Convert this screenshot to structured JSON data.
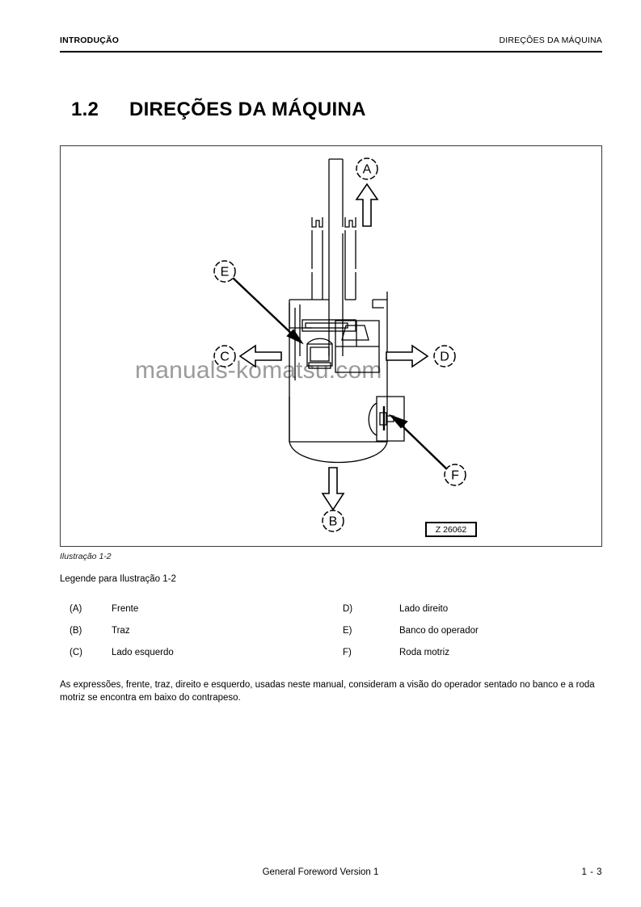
{
  "header": {
    "left": "INTRODUÇÃO",
    "right": "DIREÇÕES DA MÁQUINA"
  },
  "title": {
    "number": "1.2",
    "text": "DIREÇÕES DA MÁQUINA"
  },
  "figure": {
    "caption": "Ilustração 1-2",
    "drawing_number": "Z 26062",
    "watermark": "manuals-komatsu.com",
    "callouts": [
      {
        "id": "A",
        "label": "A",
        "direction": "up"
      },
      {
        "id": "B",
        "label": "B",
        "direction": "down"
      },
      {
        "id": "C",
        "label": "C",
        "direction": "left"
      },
      {
        "id": "D",
        "label": "D",
        "direction": "right"
      },
      {
        "id": "E",
        "label": "E",
        "direction": "pointer"
      },
      {
        "id": "F",
        "label": "F",
        "direction": "pointer"
      }
    ]
  },
  "legend": {
    "title": "Legende para Ilustração 1-2",
    "rows": [
      {
        "left_key": "(A)",
        "left_value": "Frente",
        "right_key": "D)",
        "right_value": "Lado direito"
      },
      {
        "left_key": "(B)",
        "left_value": "Traz",
        "right_key": "E)",
        "right_value": "Banco do operador"
      },
      {
        "left_key": "(C)",
        "left_value": "Lado esquerdo",
        "right_key": "F)",
        "right_value": "Roda motriz"
      }
    ]
  },
  "body": {
    "paragraph": "As expressões, frente, traz, direito e esquerdo, usadas neste manual, consideram a visão do operador sentado no banco e a roda motriz se encontra em baixo do contrapeso."
  },
  "footer": {
    "center": "General Foreword Version 1",
    "page": "1 - 3"
  },
  "colors": {
    "text": "#000000",
    "rule": "#000000",
    "figure_border": "#3a3a3a",
    "watermark": "#9b9b9b"
  }
}
